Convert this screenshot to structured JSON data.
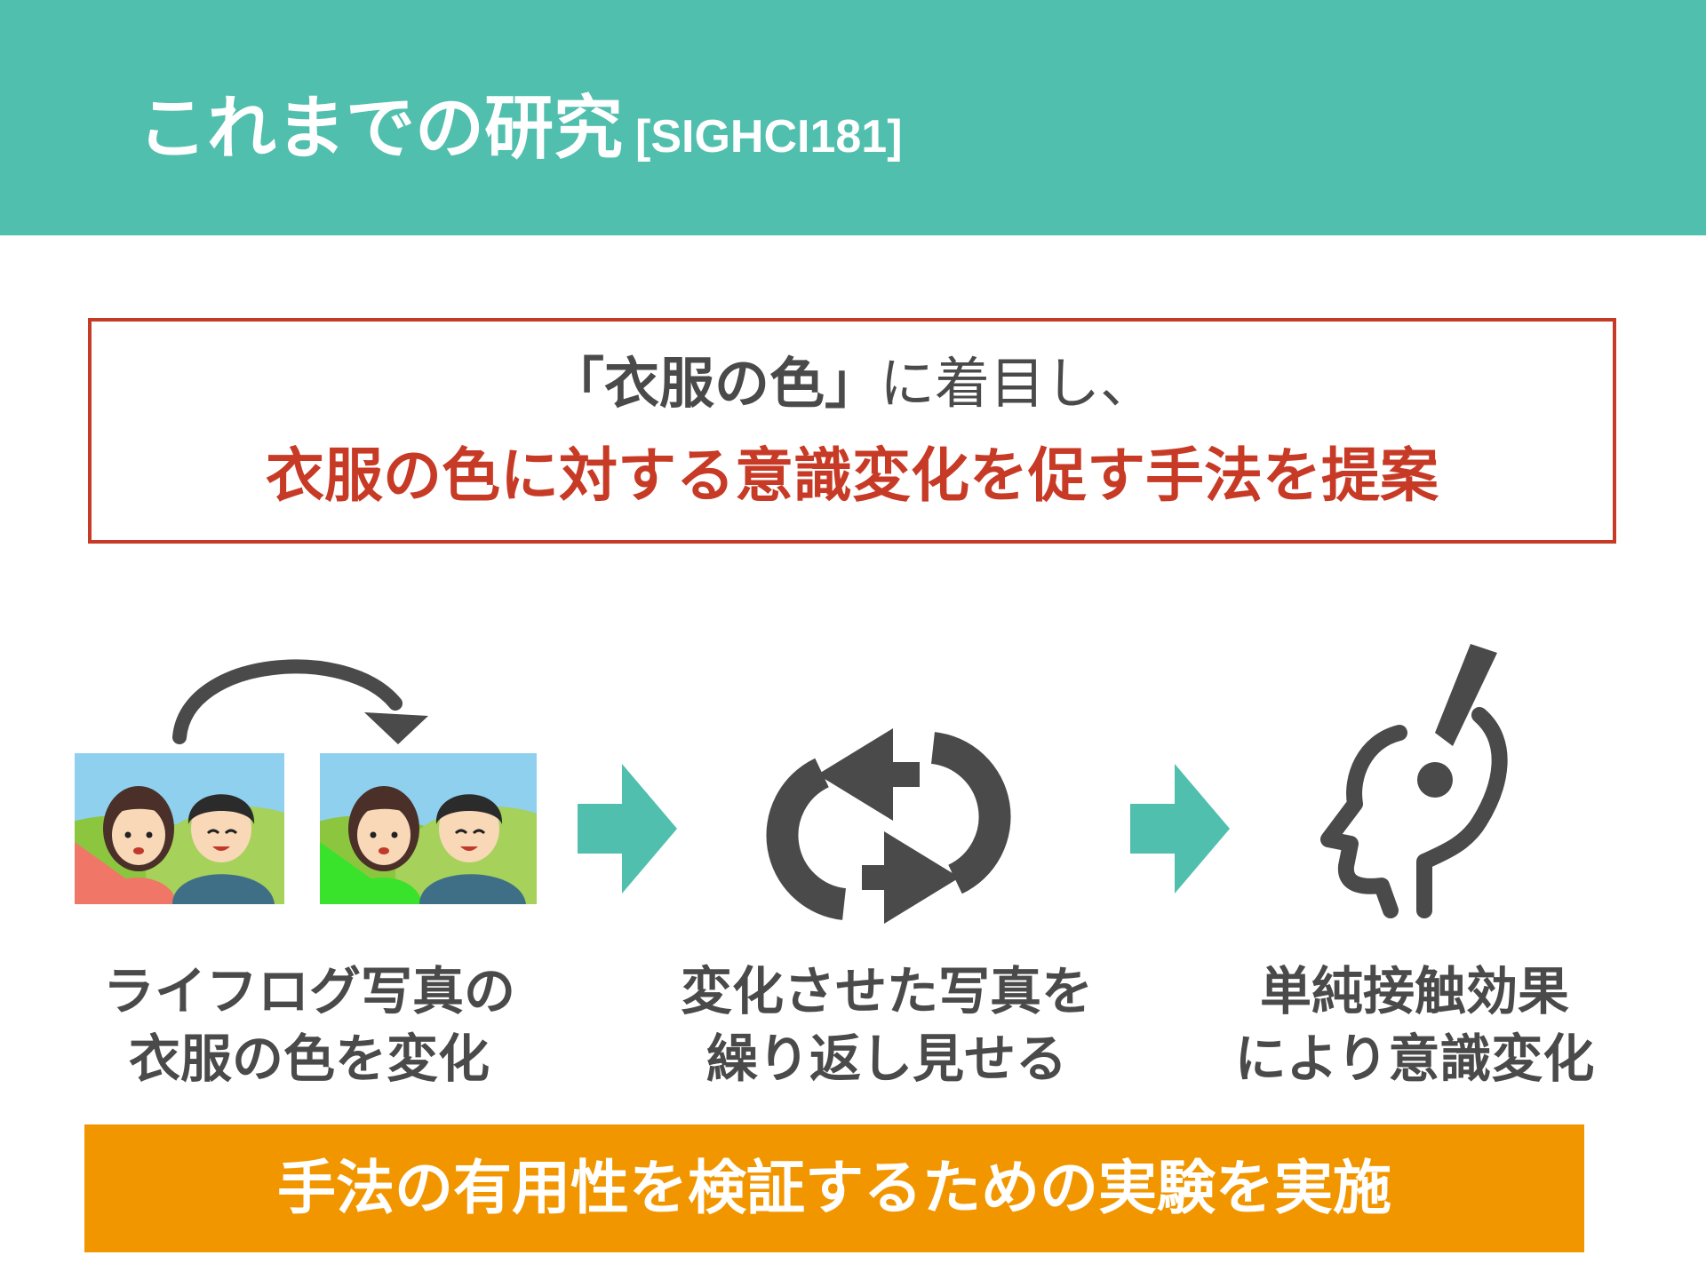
{
  "header": {
    "title": "これまでの研究",
    "tag": "[SIGHCI181]"
  },
  "summary": {
    "line1_em": "「衣服の色」",
    "line1_rest": "に着目し、",
    "line2": "衣服の色に対する意識変化を促す手法を提案"
  },
  "steps": [
    {
      "caption_line1": "ライフログ写真の",
      "caption_line2": "衣服の色を変化"
    },
    {
      "caption_line1": "変化させた写真を",
      "caption_line2": "繰り返し見せる"
    },
    {
      "caption_line1": "単純接触効果",
      "caption_line2": "により意識変化"
    }
  ],
  "footer": {
    "text": "手法の有用性を検証するための実験を実施"
  },
  "colors": {
    "header_bg": "#51bfae",
    "accent_red": "#c73a26",
    "arrow_teal": "#51bfae",
    "footer_orange": "#f29600",
    "icon_gray": "#4a4a4a"
  }
}
